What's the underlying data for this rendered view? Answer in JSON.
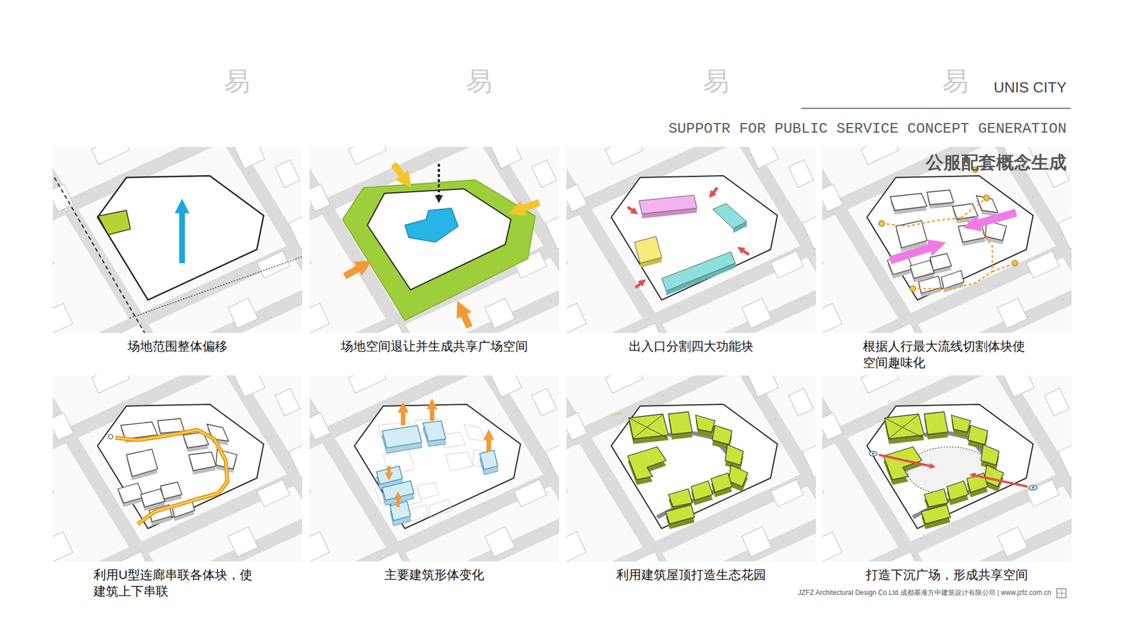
{
  "diagram": {
    "title": "公服配套概念生成",
    "nodes": [
      {
        "text": [
          "场地范围整体偏移"
        ]
      },
      {
        "text": [
          "场地空间退让并生成共享广场空间"
        ]
      },
      {
        "text": [
          "出入口分割四大功能块"
        ]
      },
      {
        "text": [
          "根据人行最大流线切割体块使 空间趣味化"
        ]
      },
      {
        "text": [
          "利用U型连廊串联各体块，使 建筑上下串联"
        ]
      },
      {
        "text": [
          "主要建筑形体变化"
        ]
      },
      {
        "text": [
          "利用建筑屋顶打造生态花园"
        ]
      },
      {
        "text": [
          "打造下沉广场，形成共享空间"
        ]
      }
    ],
    "labels": [
      "UNIS CITY",
      "SUPPOTR FOR PUBLIC SERVICE CONCEPT GENERATION",
      "JZFZ Architectural Design Co.Ltd 成都基准方中建筑设计有限公司 | www.jzfz.com.cn",
      "易",
      "易",
      "易",
      "易"
    ]
  }
}
